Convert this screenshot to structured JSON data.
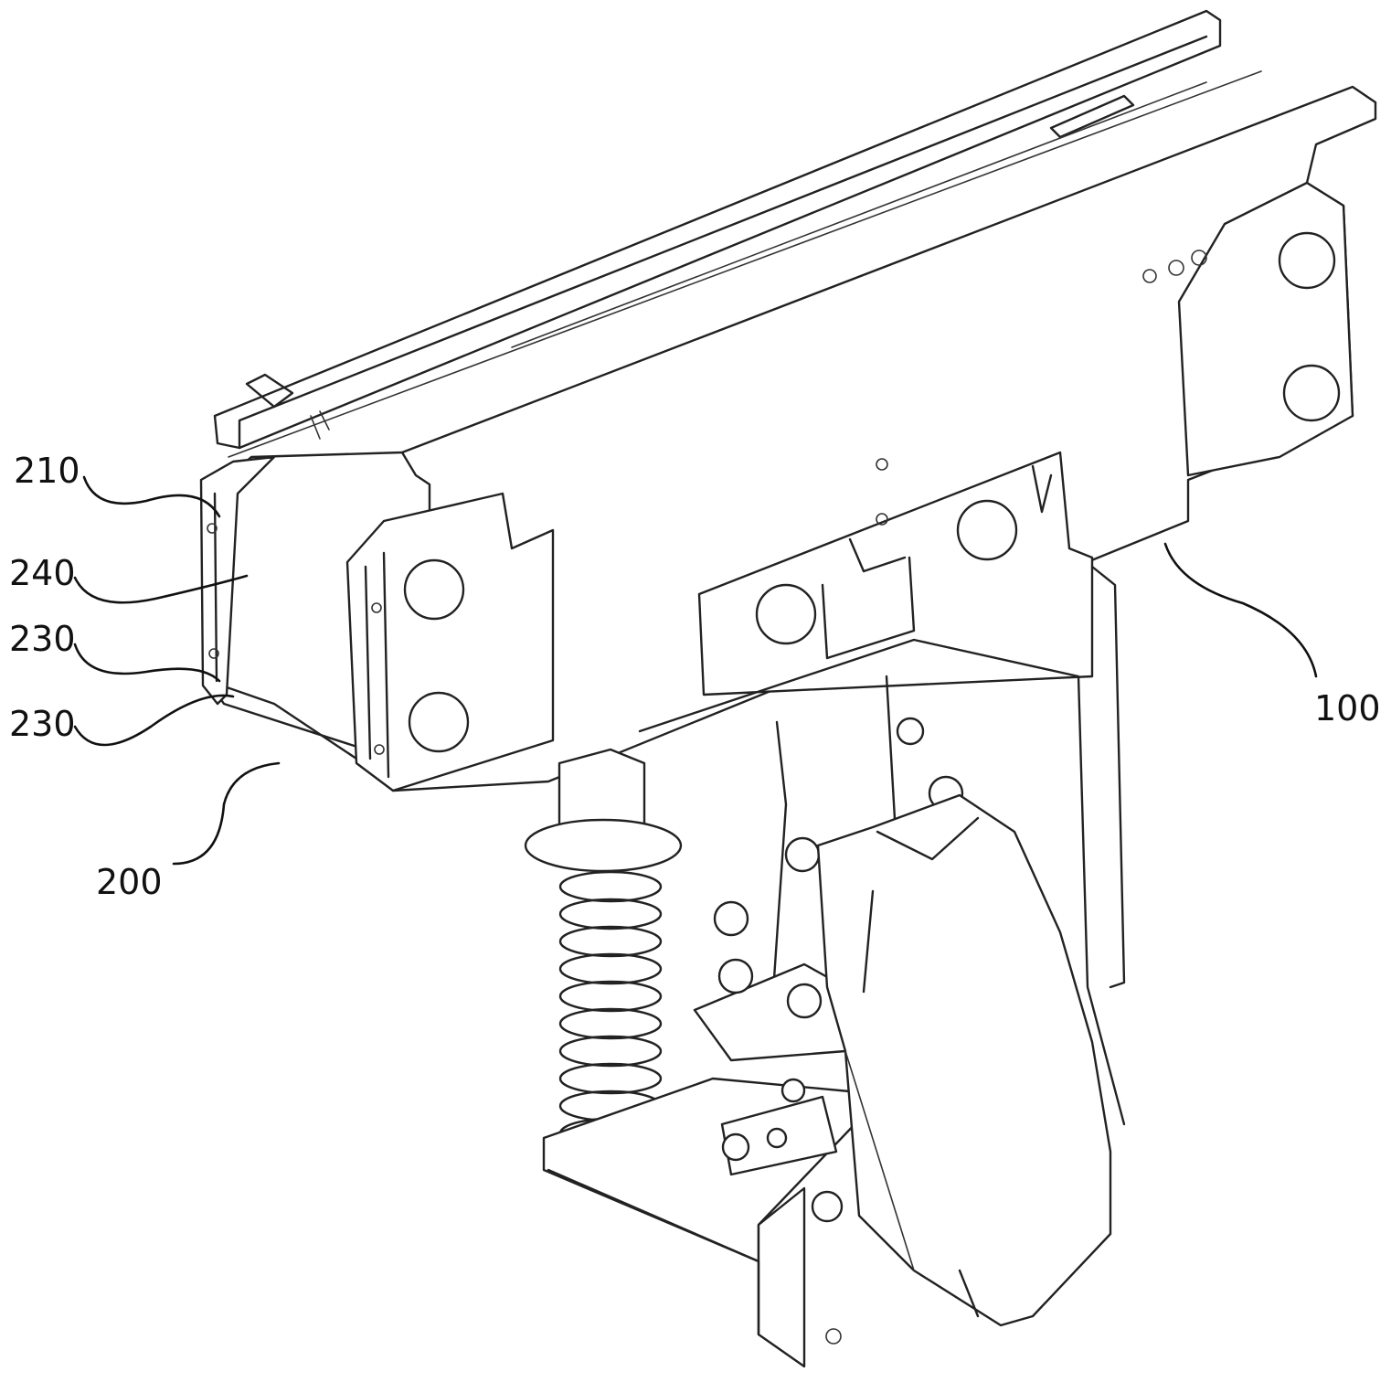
{
  "labels": {
    "l210": "210",
    "l240": "240",
    "l230a": "230",
    "l230b": "230",
    "l200": "200",
    "l100": "100"
  },
  "colors": {
    "line": "#222222",
    "background": "#ffffff"
  }
}
